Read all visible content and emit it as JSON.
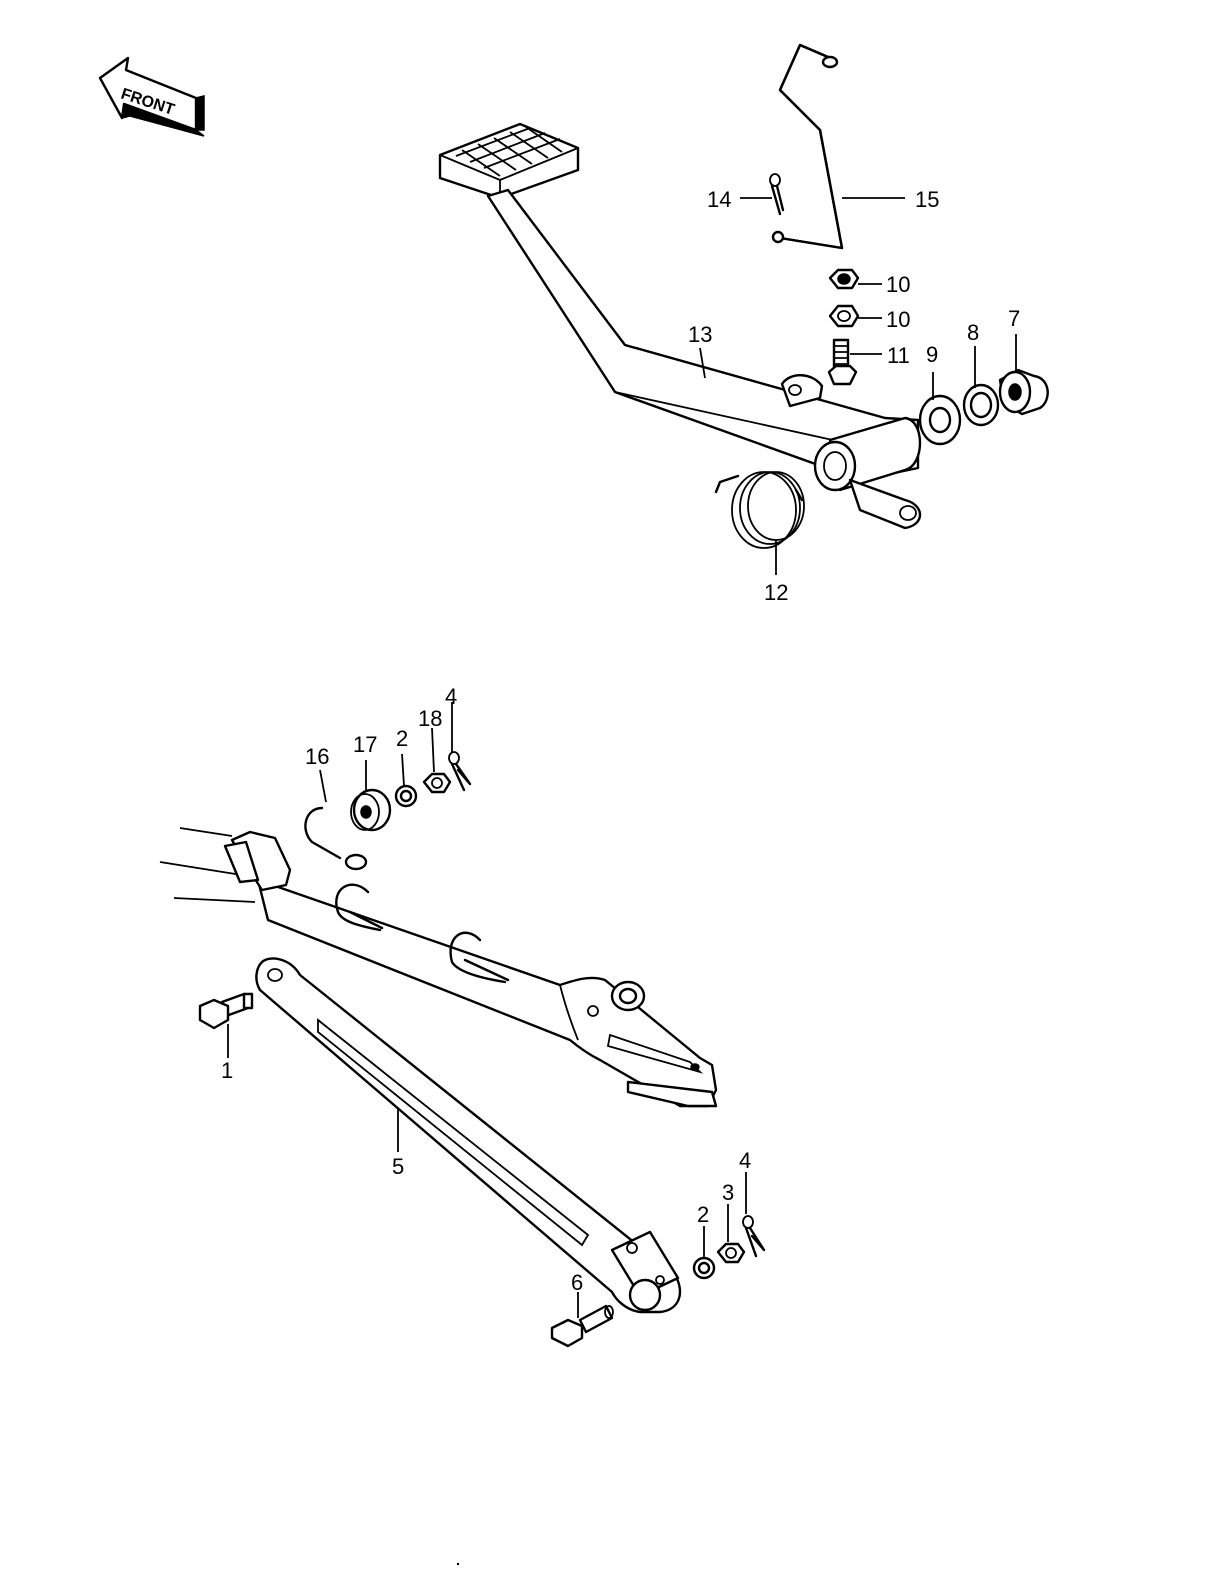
{
  "orientation": {
    "label": "FRONT",
    "icon": "front-arrow-icon"
  },
  "callouts": {
    "c1": "1",
    "c2a": "2",
    "c2b": "2",
    "c3": "3",
    "c4a": "4",
    "c4b": "4",
    "c5": "5",
    "c6": "6",
    "c7": "7",
    "c8": "8",
    "c9": "9",
    "c10a": "10",
    "c10b": "10",
    "c11": "11",
    "c12": "12",
    "c13": "13",
    "c14": "14",
    "c15": "15",
    "c16": "16",
    "c17": "17",
    "c18": "18"
  }
}
